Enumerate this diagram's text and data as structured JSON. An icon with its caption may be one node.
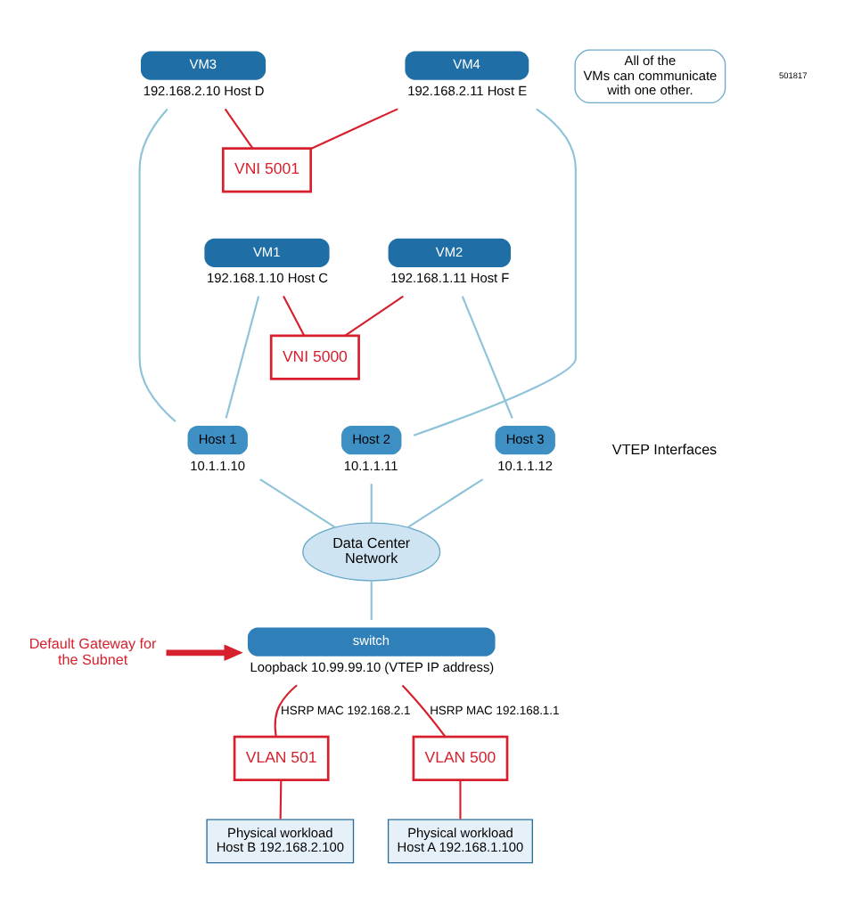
{
  "diagram": {
    "nodes": [
      {
        "text": [
          "VM3"
        ],
        "beside": [
          "192.168.2.10 Host D"
        ]
      },
      {
        "text": [
          "All of the VMs can communicate with one other."
        ]
      },
      {
        "text": [
          "VM4"
        ],
        "beside": [
          "192.168.2.11 Host E"
        ]
      },
      {
        "text": [
          "VNI 5001"
        ]
      },
      {
        "text": [
          "VM1"
        ],
        "beside": [
          "192.168.1.10 Host C"
        ]
      },
      {
        "text": [
          "VM2"
        ],
        "beside": [
          "192.168.1.11 Host F"
        ]
      },
      {
        "text": [
          "VNI 5000"
        ]
      },
      {
        "text": [
          "Host 1"
        ],
        "beside": [
          "10.1.1.10"
        ]
      },
      {
        "text": [
          "Host 2"
        ],
        "beside": [
          "10.1.1.11"
        ]
      },
      {
        "text": [
          "Host 3"
        ],
        "beside": [
          "10.1.1.12"
        ]
      },
      {
        "text": [
          "Default Gateway for the Subnet"
        ]
      },
      {
        "text": [
          "Data Center Network"
        ]
      },
      {
        "text": [
          "switch"
        ],
        "beside": [
          "Loopback 10.99.99.10 (VTEP IP address)"
        ]
      },
      {
        "text": [
          "VLAN 501"
        ]
      },
      {
        "text": [
          "Physical workload",
          "Host B 192.168.2.100"
        ]
      },
      {
        "text": [
          "VLAN 500"
        ]
      },
      {
        "text": [
          "Physical workload",
          "Host A 192.168.1.100"
        ]
      }
    ],
    "edges": [
      {
        "from": 0,
        "to": 3,
        "arrow": "none"
      },
      {
        "from": 2,
        "to": 3,
        "arrow": "none"
      },
      {
        "from": 4,
        "to": 6,
        "arrow": "none"
      },
      {
        "from": 5,
        "to": 6,
        "arrow": "none"
      },
      {
        "from": 0,
        "to": 7,
        "arrow": "none",
        "color": "#8ec3d9"
      },
      {
        "from": 4,
        "to": 7,
        "arrow": "none",
        "color": "#8ec3d9"
      },
      {
        "from": 2,
        "to": 8,
        "arrow": "none",
        "color": "#8ec3d9"
      },
      {
        "from": 5,
        "to": 9,
        "arrow": "none",
        "color": "#8ec3d9"
      },
      {
        "from": 7,
        "to": 11,
        "arrow": "none",
        "color": "#8ec3d9"
      },
      {
        "from": 8,
        "to": 11,
        "arrow": "none",
        "color": "#8ec3d9"
      },
      {
        "from": 9,
        "to": 11,
        "arrow": "none",
        "color": "#8ec3d9"
      },
      {
        "from": 11,
        "to": 12,
        "arrow": "none",
        "color": "#8ec3d9"
      },
      {
        "from": 10,
        "to": 12,
        "arrow": "to",
        "style": "thick"
      },
      {
        "from": 12,
        "to": 13,
        "arrow": "none",
        "label": "HSRP MAC 192.168.2.1"
      },
      {
        "from": 12,
        "to": 15,
        "arrow": "none",
        "label": "HSRP MAC 192.168.1.1"
      },
      {
        "from": 13,
        "to": 14,
        "arrow": "none"
      },
      {
        "from": 15,
        "to": 16,
        "arrow": "none"
      }
    ],
    "labels": [
      "VTEP Interfaces",
      "501817"
    ]
  }
}
